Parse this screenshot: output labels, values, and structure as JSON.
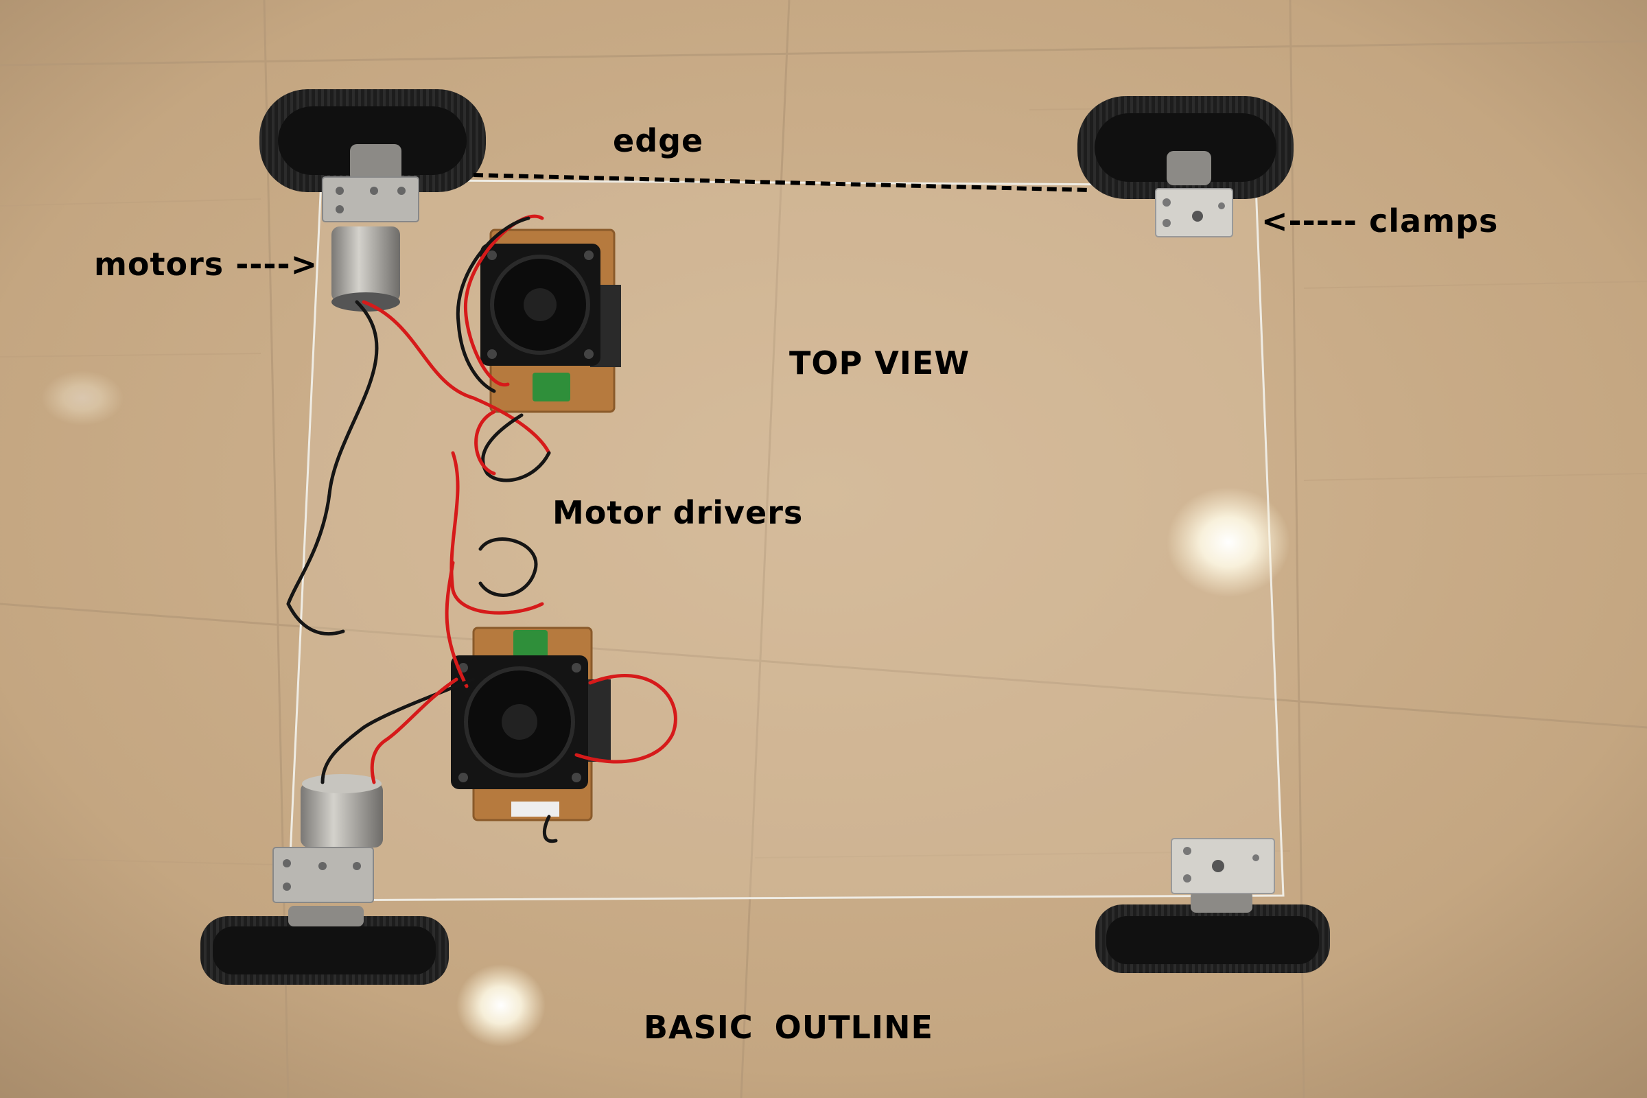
{
  "labels": {
    "edge": "edge",
    "motors": "motors ---->",
    "clamps": "<-----   clamps",
    "top_view": "TOP VIEW",
    "motor_drivers": "Motor drivers",
    "basic_outline": "BASIC  OUTLINE"
  },
  "colors": {
    "floor": "#c9ad8c",
    "tile_line": "#b39878",
    "wheel": "#1d1d1d",
    "fan": "#141414",
    "pcb": "#b67a3e",
    "terminal": "#2f8f3a",
    "metal": "#b9b7b2",
    "wire_red": "#d61a1a",
    "wire_black": "#151515",
    "acrylic_edge": "#e8e4dc"
  }
}
